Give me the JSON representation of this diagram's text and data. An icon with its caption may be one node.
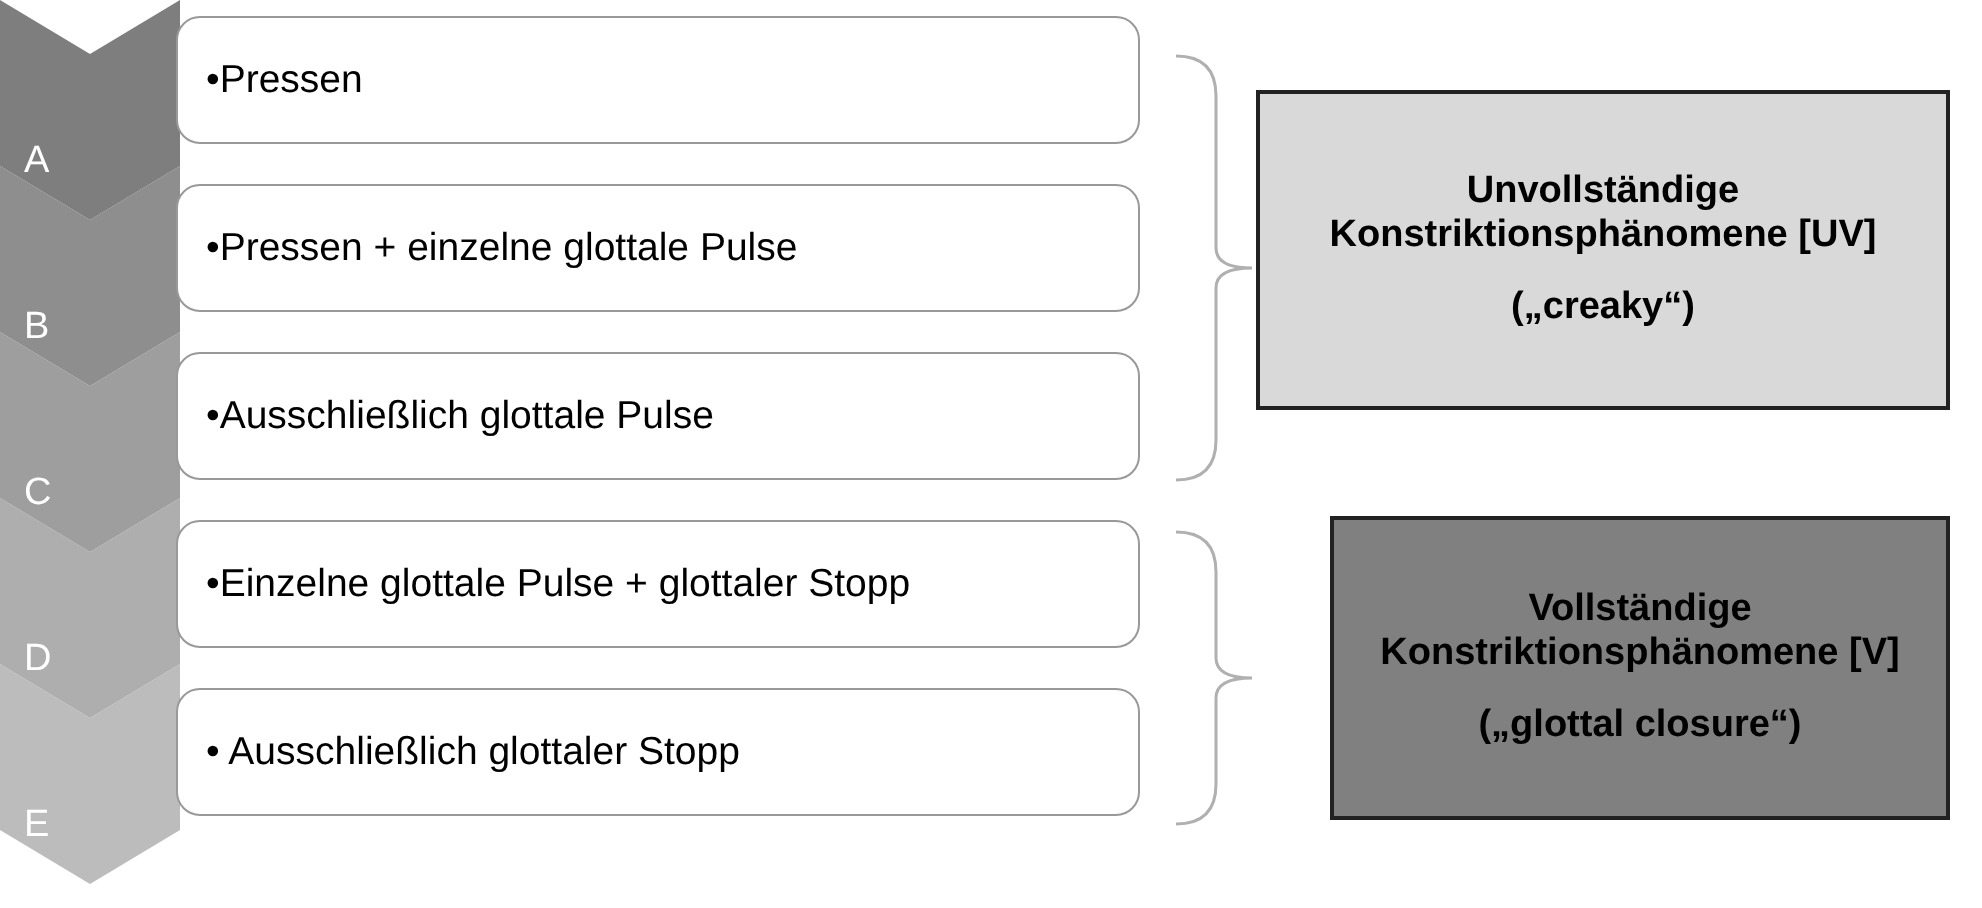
{
  "diagram": {
    "nodes": [
      {
        "text": [
          "A"
        ]
      },
      {
        "text": [
          "•Pressen"
        ]
      },
      {
        "text": [
          "B"
        ]
      },
      {
        "text": [
          "•Pressen + einzelne glottale Pulse"
        ]
      },
      {
        "text": [
          "C"
        ]
      },
      {
        "text": [
          "•Ausschließlich glottale Pulse"
        ]
      },
      {
        "text": [
          "D"
        ]
      },
      {
        "text": [
          "•Einzelne glottale Pulse + glottaler Stopp"
        ]
      },
      {
        "text": [
          "E"
        ]
      },
      {
        "text": [
          "• Ausschließlich glottaler Stopp"
        ]
      },
      {
        "text": [
          "Unvollständige Konstriktionsphänomene [UV]",
          "(„creaky“)"
        ]
      },
      {
        "text": [
          "Vollständige Konstriktionsphänomene [V]",
          "(„glottal closure“)"
        ]
      }
    ],
    "edges": []
  }
}
